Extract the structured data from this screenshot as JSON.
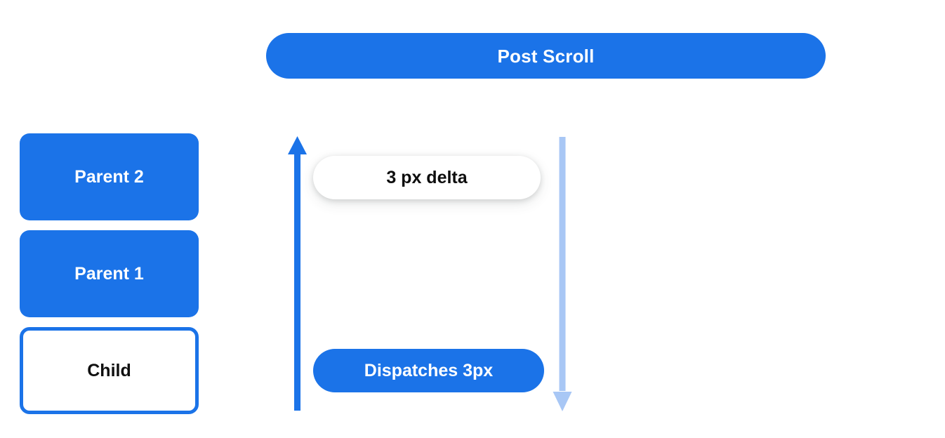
{
  "header": {
    "title": "Post Scroll",
    "background_color": "#1b73e8",
    "text_color": "#ffffff"
  },
  "node_stack": {
    "boxes": [
      {
        "label": "Parent 2",
        "style": "filled",
        "fill_color": "#1b73e8",
        "text_color": "#ffffff"
      },
      {
        "label": "Parent 1",
        "style": "filled",
        "fill_color": "#1b73e8",
        "text_color": "#ffffff"
      },
      {
        "label": "Child",
        "style": "outlined",
        "fill_color": "#ffffff",
        "border_color": "#1b73e8",
        "text_color": "#101010"
      }
    ]
  },
  "diagram": {
    "arrow_up": {
      "name": "bubble-up-arrow",
      "direction": "up",
      "color": "#1b73e8"
    },
    "arrow_down": {
      "name": "scroll-down-arrow",
      "direction": "down",
      "color": "#a8c7f5"
    },
    "delta_pill": {
      "label": "3 px delta",
      "background_color": "#ffffff",
      "text_color": "#0d0d0d"
    },
    "dispatch_pill": {
      "label": "Dispatches 3px",
      "background_color": "#1b73e8",
      "text_color": "#ffffff"
    }
  }
}
